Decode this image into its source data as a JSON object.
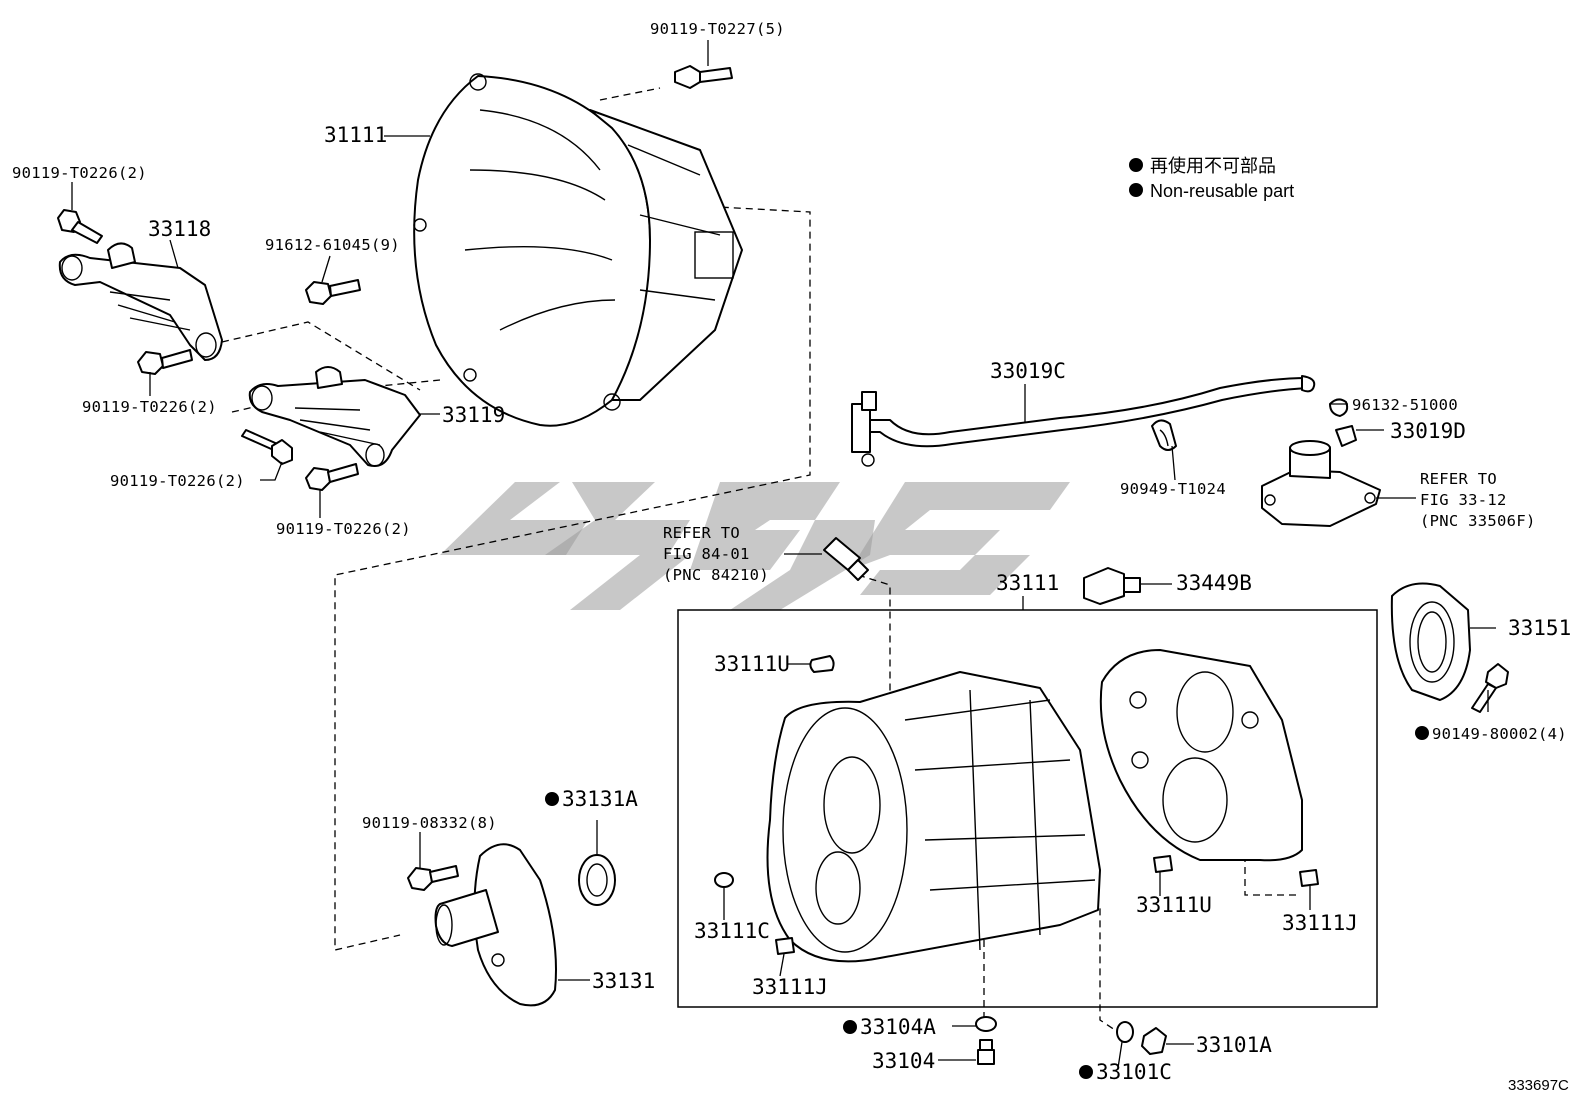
{
  "legend": {
    "line_ja": "再使用不可部品",
    "line_en": "Non-reusable part"
  },
  "figure_number": "333697C",
  "labels": {
    "l_90119_T0227": "90119-T0227(5)",
    "l_31111": "31111",
    "l_90119_T0226_a": "90119-T0226(2)",
    "l_33118": "33118",
    "l_91612": "91612-61045(9)",
    "l_90119_T0226_b": "90119-T0226(2)",
    "l_33119": "33119",
    "l_90119_T0226_c": "90119-T0226(2)",
    "l_90119_T0226_d": "90119-T0226(2)",
    "l_33019C": "33019C",
    "l_96132": "96132-51000",
    "l_33019D": "33019D",
    "l_90949": "90949-T1024",
    "refer_a_1": "REFER TO",
    "refer_a_2": "FIG 33-12",
    "refer_a_3": "(PNC 33506F)",
    "refer_b_1": "REFER TO",
    "refer_b_2": "FIG 84-01",
    "refer_b_3": "(PNC 84210)",
    "l_33111_box": "33111",
    "l_33449B": "33449B",
    "l_33151": "33151",
    "l_90149": "90149-80002(4)",
    "l_33111U_a": "33111U",
    "l_33131A": "33131A",
    "l_90119_08332": "90119-08332(8)",
    "l_33111C": "33111C",
    "l_33111U_b": "33111U",
    "l_33111J_a": "33111J",
    "l_33111J_b": "33111J",
    "l_33131": "33131",
    "l_33104A": "33104A",
    "l_33104": "33104",
    "l_33101A": "33101A",
    "l_33101C": "33101C"
  }
}
